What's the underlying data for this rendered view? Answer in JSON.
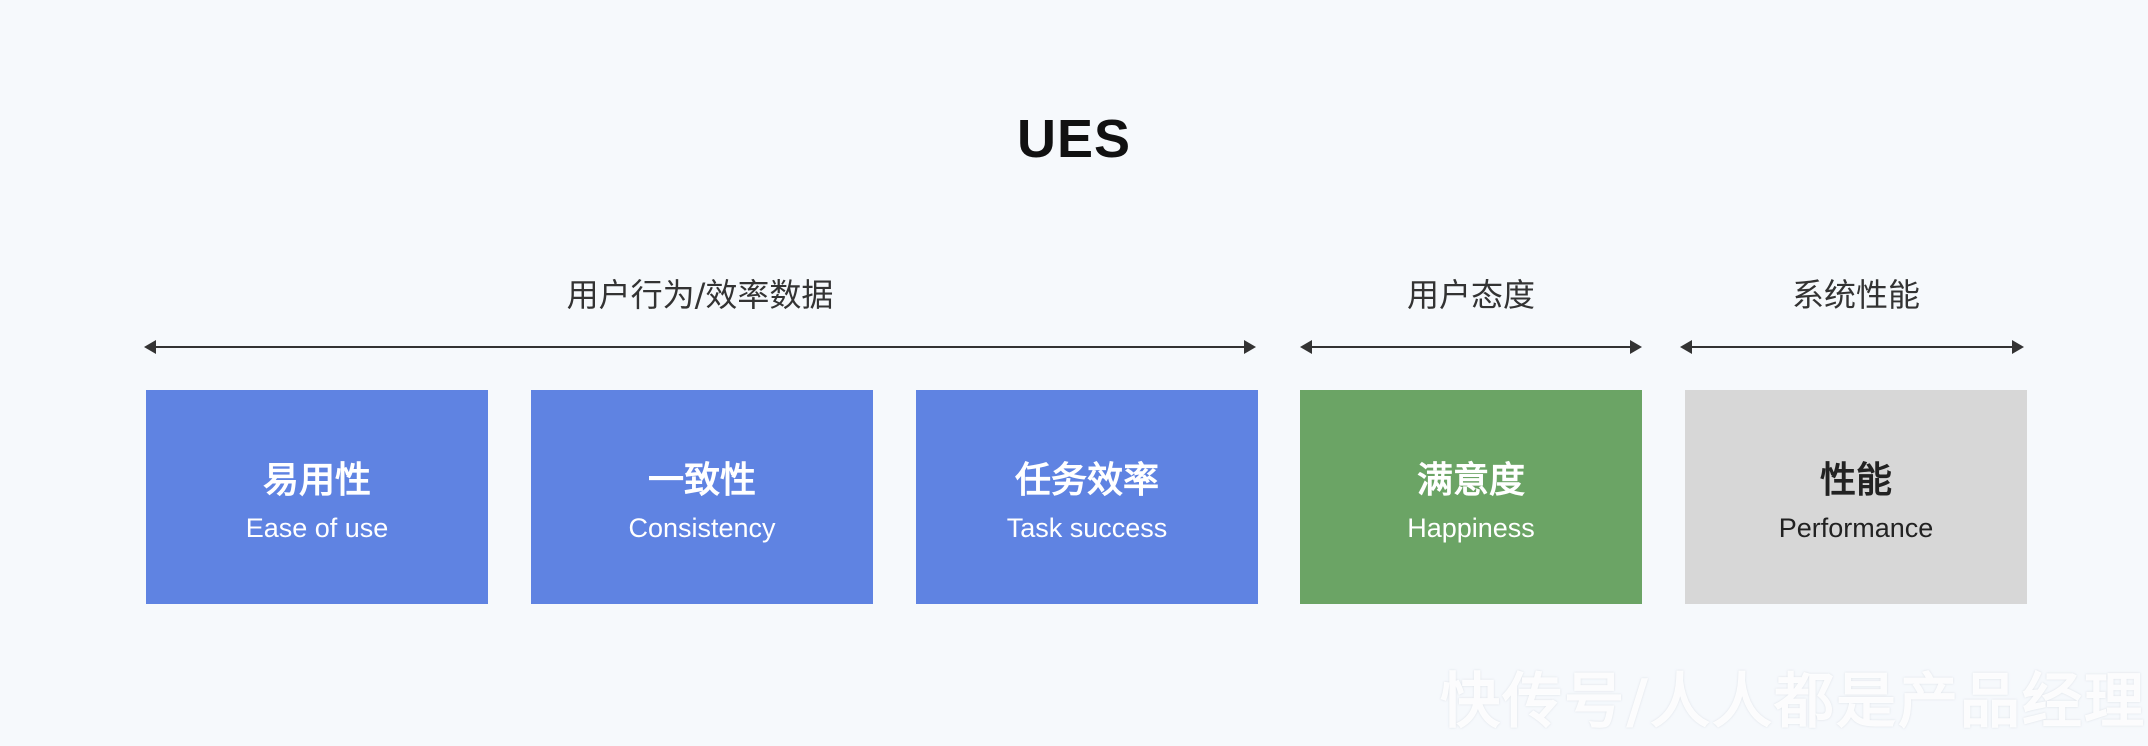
{
  "title": "UES",
  "groups": [
    {
      "label": "用户行为/效率数据"
    },
    {
      "label": "用户态度"
    },
    {
      "label": "系统性能"
    }
  ],
  "boxes": [
    {
      "zh": "易用性",
      "en": "Ease of use",
      "color": "#5f83e2"
    },
    {
      "zh": "一致性",
      "en": "Consistency",
      "color": "#5f83e2"
    },
    {
      "zh": "任务效率",
      "en": "Task success",
      "color": "#5f83e2"
    },
    {
      "zh": "满意度",
      "en": "Happiness",
      "color": "#6ba465"
    },
    {
      "zh": "性能",
      "en": "Performance",
      "color": "#d7d7d7"
    }
  ],
  "arrow_color": "#333333",
  "watermark": "快传号/人人都是产品经理"
}
